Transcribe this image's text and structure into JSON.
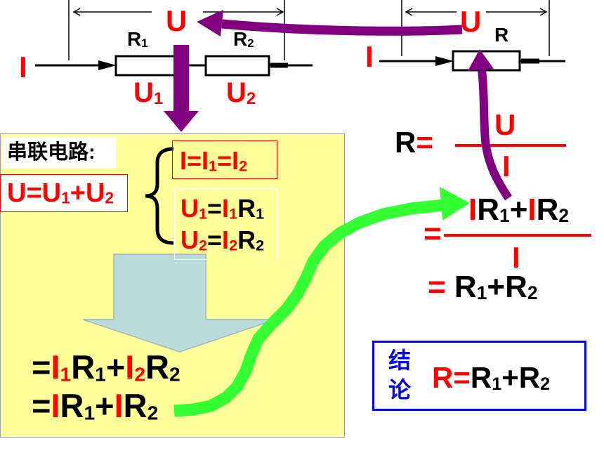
{
  "colors": {
    "red": "#ff0000",
    "purple": "#800080",
    "green": "#33ff33",
    "blue": "#0000ff",
    "panel_yellow": "#ffff99",
    "block_arrow": "#bcdcdc"
  },
  "series_circuit": {
    "total_voltage": "U",
    "current": "I",
    "r1": {
      "base": "R",
      "sub": "1"
    },
    "r2": {
      "base": "R",
      "sub": "2"
    },
    "u1": {
      "base": "U",
      "sub": "1"
    },
    "u2": {
      "base": "U",
      "sub": "2"
    }
  },
  "equivalent_circuit": {
    "total_voltage": "U",
    "current": "I",
    "resistor": "R"
  },
  "ohm_law": {
    "lhs": "R",
    "equals": "=",
    "numerator": "U",
    "denominator": "I"
  },
  "series_panel": {
    "title": "串联电路:",
    "voltage_sum": [
      "U=U",
      "1",
      "+U",
      "2"
    ],
    "current_equal": [
      "I=I",
      "1",
      "=I",
      "2"
    ],
    "u1_equation": [
      "U",
      "1",
      "=",
      "I",
      "1",
      "R",
      "1"
    ],
    "u2_equation": [
      "U",
      "2",
      "=",
      "I",
      "2",
      "R",
      "2"
    ],
    "step_1": [
      "=",
      "I",
      "1",
      "R",
      "1",
      "+",
      "I",
      "2",
      "R",
      "2"
    ],
    "step_2": [
      "=",
      "I",
      "R",
      "1",
      "+",
      "I",
      "R",
      "2"
    ]
  },
  "derivation": {
    "numerator": [
      "I",
      "R",
      "1",
      "+",
      "I",
      "R",
      "2"
    ],
    "equals": "=",
    "denominator": "I",
    "result": [
      "= ",
      "R",
      "1",
      "+R",
      "2"
    ]
  },
  "conclusion": {
    "label": [
      "结",
      "论"
    ],
    "formula": [
      "R=",
      "R",
      "1",
      "+R",
      "2"
    ]
  }
}
